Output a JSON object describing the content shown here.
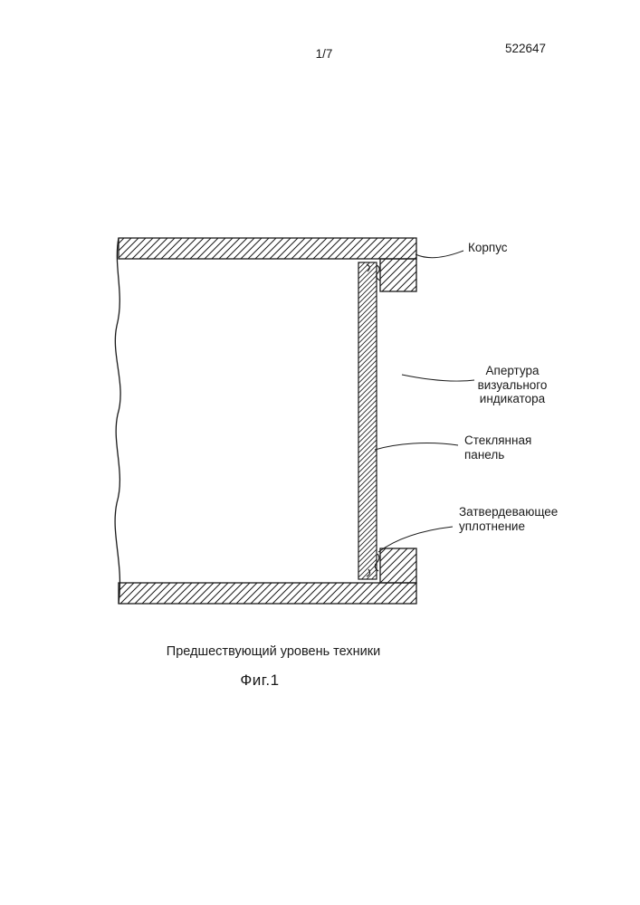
{
  "page": {
    "sheet_number": "1/7",
    "patent_number": "522647"
  },
  "figure": {
    "caption": "Предшествующий уровень техники",
    "label": "Фиг.1"
  },
  "annotations": {
    "housing": "Корпус",
    "aperture": [
      "Апертура",
      "визуального",
      "индикатора"
    ],
    "glass_panel": [
      "Стеклянная",
      "панель"
    ],
    "seal": [
      "Затвердевающее",
      "уплотнение"
    ]
  },
  "colors": {
    "line": "#1a1a1a",
    "background": "#ffffff"
  }
}
